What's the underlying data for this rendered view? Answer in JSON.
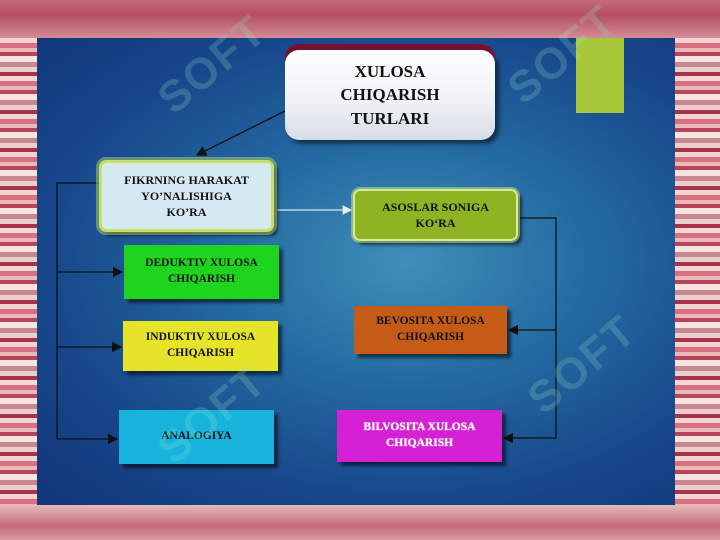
{
  "diagram": {
    "title": "XULOSA CHIQARISH TURLARI",
    "title_lines": [
      "XULOSA",
      "CHIQARISH",
      "TURLARI"
    ],
    "left_header": [
      "FIKRNING HARAKAT",
      "YO’NALISHIGA",
      "KO’RA"
    ],
    "right_header": [
      "ASOSLAR SONIGA",
      "KO‘RA"
    ],
    "left_items": [
      [
        "DEDUKTIV XULOSA",
        "CHIQARISH"
      ],
      [
        "INDUKTIV XULOSA",
        "CHIQARISH"
      ],
      [
        "ANALOGIYA"
      ]
    ],
    "right_items": [
      [
        "BEVOSITA XULOSA",
        "CHIQARISH"
      ],
      [
        "BILVOSITA XULOSA",
        "CHIQARISH"
      ]
    ]
  },
  "watermark": "SOFT",
  "colors": {
    "background": "#1d5a98",
    "deduktiv": "#1ed41e",
    "induktiv": "#e6e32b",
    "analogiya": "#17b3dd",
    "asoslar": "#8fb423",
    "bevosita": "#c45c18",
    "bilvosita": "#d421d4",
    "fikr": "#d6eaf2"
  }
}
